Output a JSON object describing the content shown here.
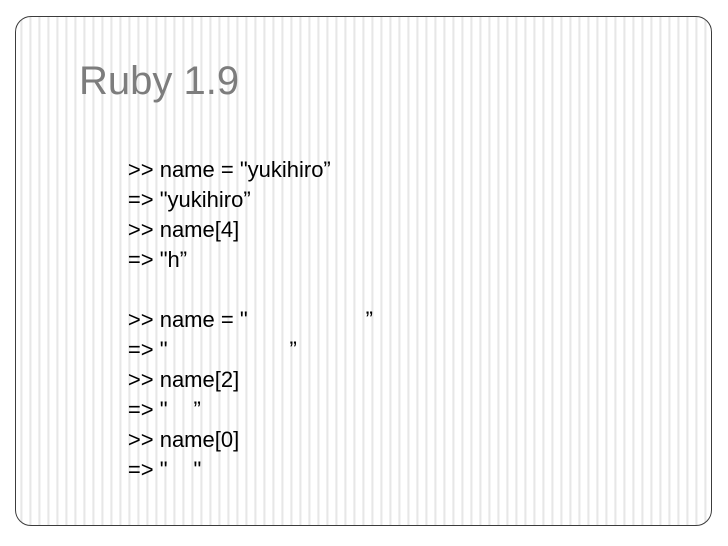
{
  "slide": {
    "title": "Ruby 1.9",
    "title_color": "#7d7d7d",
    "body_color": "#000000",
    "frame_border_color": "#3c3c3c",
    "background": "#ffffff",
    "stripe_color": "#e7e7e7"
  },
  "console": {
    "lines": [
      {
        "id": "line-1",
        "prompt": ">> ",
        "text": "name = ",
        "quote_open": "\"",
        "content": "yukihiro",
        "quote_close": "”",
        "missing": 0
      },
      {
        "id": "line-2",
        "prompt": "=> ",
        "text": "",
        "quote_open": "\"",
        "content": "yukihiro",
        "quote_close": "”",
        "missing": 0
      },
      {
        "id": "line-3",
        "prompt": ">> ",
        "text": "name[4]",
        "quote_open": "",
        "content": "",
        "quote_close": "",
        "missing": 0
      },
      {
        "id": "line-4",
        "prompt": "=> ",
        "text": "",
        "quote_open": "\"",
        "content": "h",
        "quote_close": "”",
        "missing": 0
      },
      {
        "id": "line-5",
        "prompt": "",
        "text": "",
        "quote_open": "",
        "content": "",
        "quote_close": "",
        "missing": 0
      },
      {
        "id": "line-6",
        "prompt": ">> ",
        "text": "name = ",
        "quote_open": "\"",
        "content": "",
        "quote_close": "”",
        "missing": 4
      },
      {
        "id": "line-7",
        "prompt": "=> ",
        "text": "",
        "quote_open": "\"",
        "content": "",
        "quote_close": "”",
        "missing": 4
      },
      {
        "id": "line-8",
        "prompt": ">> ",
        "text": "name[2]",
        "quote_open": "",
        "content": "",
        "quote_close": "",
        "missing": 0
      },
      {
        "id": "line-9",
        "prompt": "=> ",
        "text": "",
        "quote_open": "\"",
        "content": "",
        "quote_close": "”",
        "missing": 1
      },
      {
        "id": "line-10",
        "prompt": ">> ",
        "text": "name[0]",
        "quote_open": "",
        "content": "",
        "quote_close": "",
        "missing": 0
      },
      {
        "id": "line-11",
        "prompt": "=> ",
        "text": "",
        "quote_open": "\"",
        "content": "",
        "quote_close": "\"",
        "missing": 1
      }
    ],
    "line_1_full": ">> name = \"yukihiro”",
    "line_2_full": "=> \"yukihiro”",
    "line_3_full": ">> name[4]",
    "line_4_full": "=> \"h”",
    "line_5_full": "",
    "line_6_prefix": ">> name = \"",
    "line_6_suffix": "”",
    "line_7_prefix": "=> \"",
    "line_7_suffix": "”",
    "line_8_full": ">> name[2]",
    "line_9_prefix": "=> \"",
    "line_9_suffix": "”",
    "line_10_full": ">> name[0]",
    "line_11_prefix": "=> \"",
    "line_11_suffix": "\""
  }
}
